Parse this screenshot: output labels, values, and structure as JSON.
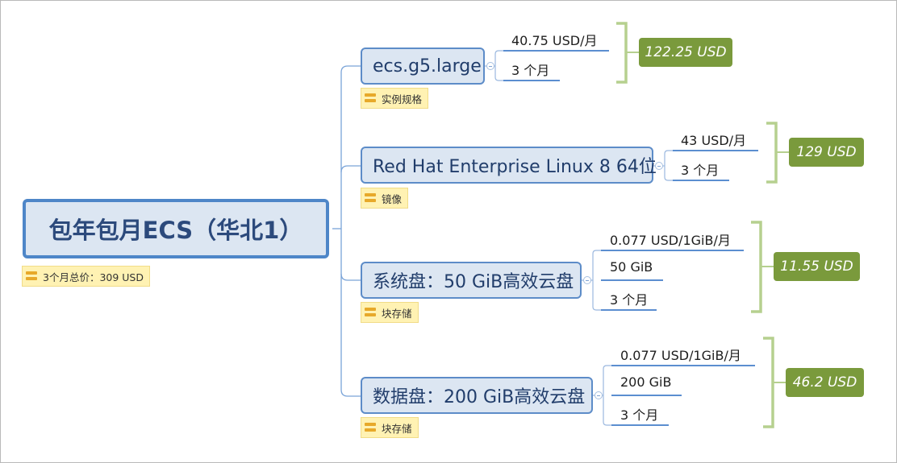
{
  "root": {
    "title": "包年包月ECS（华北1）",
    "note": "3个月总价：309 USD"
  },
  "branches": [
    {
      "title": "ecs.g5.large",
      "note": "实例规格",
      "items": [
        "40.75 USD/月",
        "3 个月"
      ],
      "total": "122.25 USD"
    },
    {
      "title": "Red Hat Enterprise Linux 8 64位",
      "note": "镜像",
      "items": [
        "43 USD/月",
        "3 个月"
      ],
      "total": "129 USD"
    },
    {
      "title": "系统盘：50 GiB高效云盘",
      "note": "块存储",
      "items": [
        "0.077 USD/1GiB/月",
        "50 GiB",
        "3 个月"
      ],
      "total": "11.55 USD"
    },
    {
      "title": "数据盘：200 GiB高效云盘",
      "note": "块存储",
      "items": [
        "0.077 USD/1GiB/月",
        "200 GiB",
        "3 个月"
      ],
      "total": "46.2 USD"
    }
  ],
  "colors": {
    "topic_border": "#5d8cc8",
    "topic_fill": "#dce6f2",
    "connector": "#6d9bd3",
    "bracket": "#b6d08f",
    "total_fill": "#7a9a3c",
    "note_fill": "#fff2b3"
  },
  "icons": {
    "note": "note-icon",
    "collapse": "collapse-toggle-icon"
  }
}
